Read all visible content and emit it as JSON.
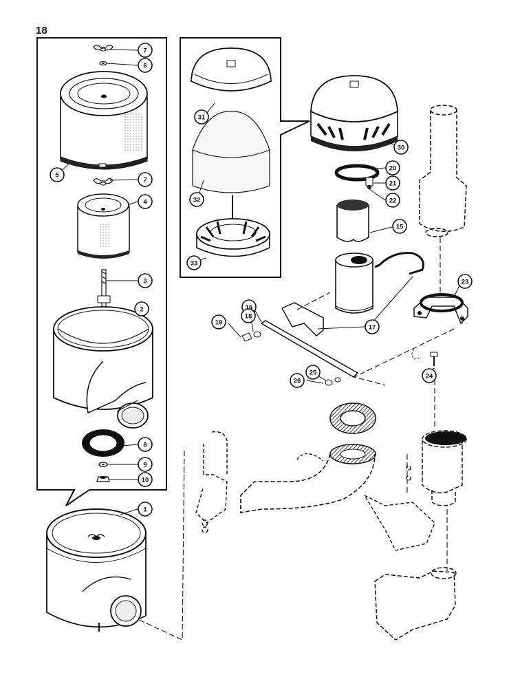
{
  "page_number": "18",
  "callouts": [
    {
      "id": "c7a",
      "label": "7"
    },
    {
      "id": "c6",
      "label": "6"
    },
    {
      "id": "c5",
      "label": "5"
    },
    {
      "id": "c7b",
      "label": "7"
    },
    {
      "id": "c4",
      "label": "4"
    },
    {
      "id": "c3",
      "label": "3"
    },
    {
      "id": "c2",
      "label": "2"
    },
    {
      "id": "c8",
      "label": "8"
    },
    {
      "id": "c9",
      "label": "9"
    },
    {
      "id": "c10",
      "label": "10"
    },
    {
      "id": "c1",
      "label": "1"
    },
    {
      "id": "c31",
      "label": "31"
    },
    {
      "id": "c32",
      "label": "32"
    },
    {
      "id": "c33",
      "label": "33"
    },
    {
      "id": "c30",
      "label": "30"
    },
    {
      "id": "c20",
      "label": "20"
    },
    {
      "id": "c21",
      "label": "21"
    },
    {
      "id": "c22",
      "label": "22"
    },
    {
      "id": "c15",
      "label": "15"
    },
    {
      "id": "c16",
      "label": "16"
    },
    {
      "id": "c17",
      "label": "17"
    },
    {
      "id": "c18",
      "label": "18"
    },
    {
      "id": "c19",
      "label": "19"
    },
    {
      "id": "c23",
      "label": "23"
    },
    {
      "id": "c24",
      "label": "24"
    },
    {
      "id": "c25",
      "label": "25"
    },
    {
      "id": "c26",
      "label": "26"
    }
  ]
}
